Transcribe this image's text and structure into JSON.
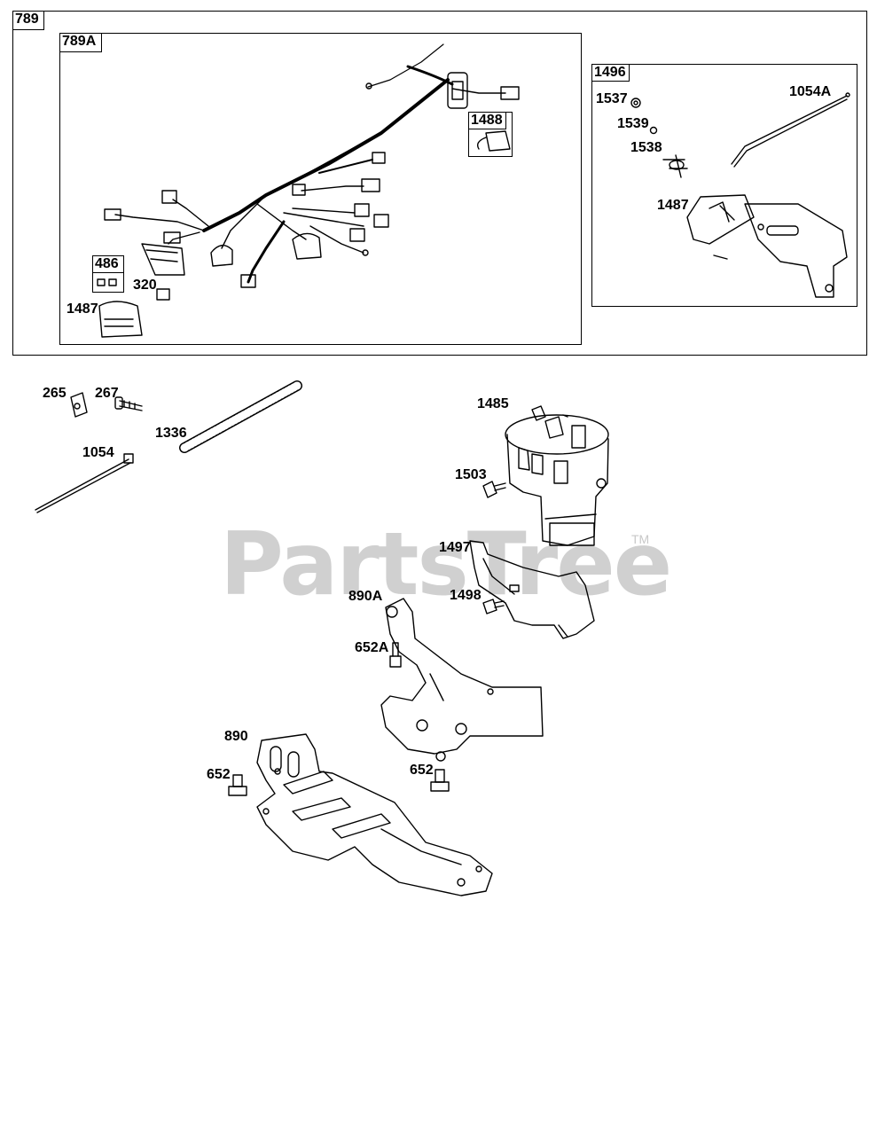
{
  "watermark": {
    "text": "PartsTree",
    "trademark": "TM"
  },
  "groups": {
    "main": "789",
    "harness": "789A",
    "harness_sub": "1488",
    "fuse_sub": "486",
    "bracket_kit": "1496"
  },
  "labels": {
    "l320": "320",
    "l1487a": "1487",
    "l1537": "1537",
    "l1539": "1539",
    "l1538": "1538",
    "l1054a": "1054A",
    "l1487b": "1487",
    "l265": "265",
    "l267": "267",
    "l1336": "1336",
    "l1054": "1054",
    "l1485": "1485",
    "l1503": "1503",
    "l1497": "1497",
    "l1498": "1498",
    "l890a": "890A",
    "l652a": "652A",
    "l890": "890",
    "l652a_bolt": "652",
    "l652b_bolt": "652"
  }
}
